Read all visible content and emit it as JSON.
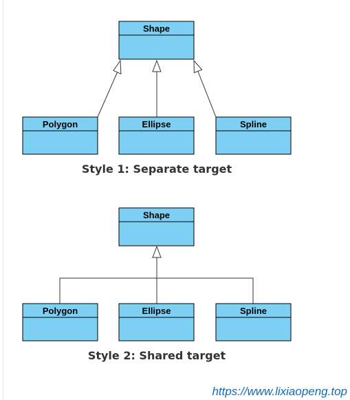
{
  "style1": {
    "parent": "Shape",
    "children": [
      "Polygon",
      "Ellipse",
      "Spline"
    ],
    "caption": "Style 1: Separate target"
  },
  "style2": {
    "parent": "Shape",
    "children": [
      "Polygon",
      "Ellipse",
      "Spline"
    ],
    "caption": "Style 2: Shared target"
  },
  "watermark": "https://www.lixiaopeng.top",
  "colors": {
    "class_fill": "#7dd0f3",
    "class_stroke": "#000000",
    "line": "#333333"
  }
}
